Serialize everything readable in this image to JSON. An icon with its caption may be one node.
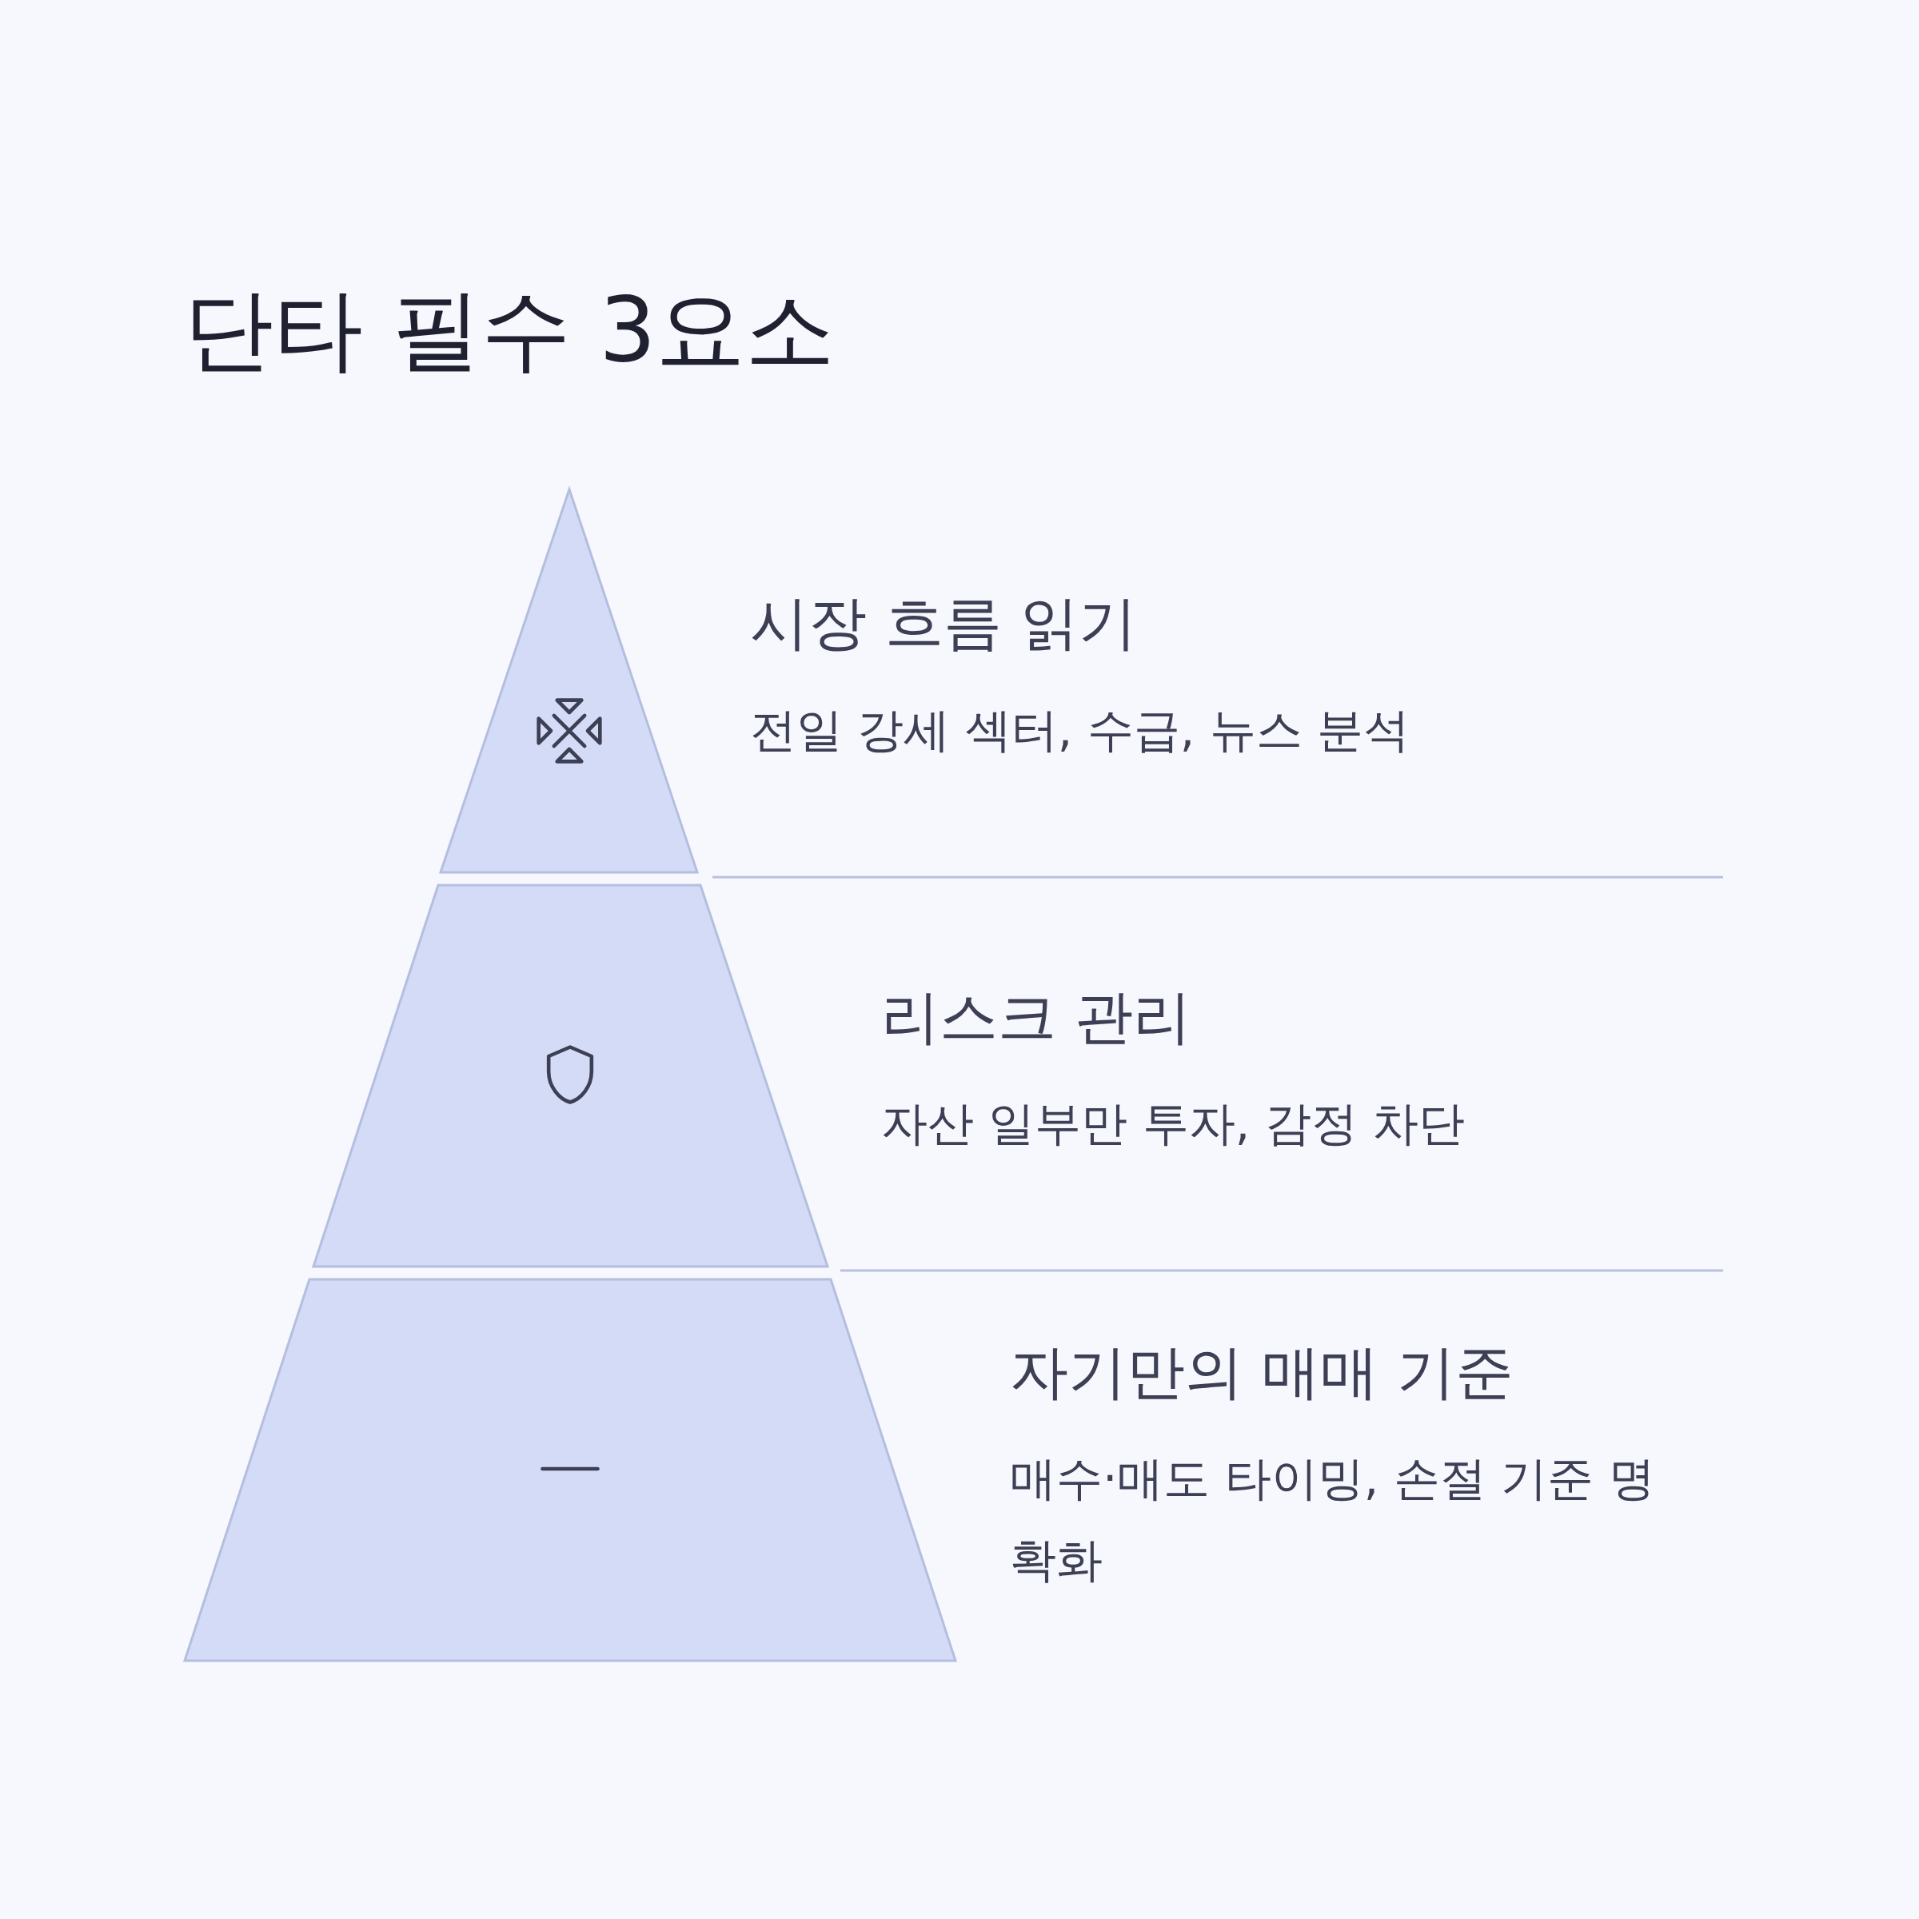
{
  "diagram": {
    "title": "단타 필수 3요소",
    "nodes": [
      {
        "text": [
          "시장 흐름 읽기",
          "전일 강세 섹터, 수급, 뉴스 분석"
        ]
      },
      {
        "text": [
          "리스크 관리",
          "자산 일부만 투자, 감정 차단"
        ]
      },
      {
        "text": [
          "자기만의 매매 기준",
          "매수·매도 타이밍, 손절 기준 명확화"
        ]
      }
    ]
  }
}
